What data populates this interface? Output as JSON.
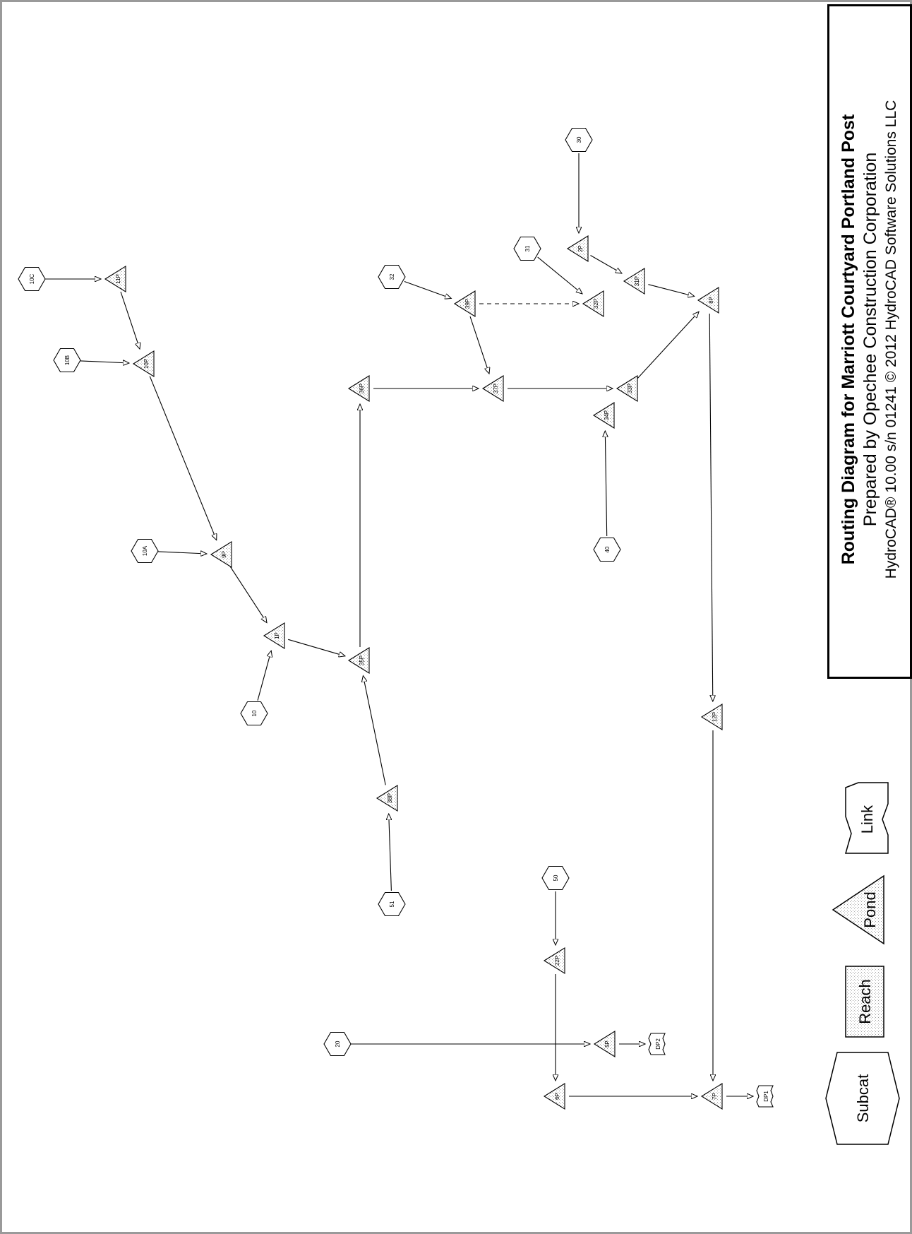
{
  "title": {
    "line1": "Routing Diagram for Marriott Courtyard Portland Post",
    "line2": "Prepared by Opechee Construction Corporation",
    "line3": "HydroCAD® 10.00  s/n 01241  © 2012 HydroCAD Software Solutions LLC"
  },
  "legend": {
    "subcat": "Subcat",
    "reach": "Reach",
    "pond": "Pond",
    "link": "Link"
  },
  "subcatchments": [
    "10C",
    "10B",
    "10A",
    "10",
    "51",
    "32",
    "31",
    "30",
    "40",
    "50",
    "20"
  ],
  "ponds": [
    "11P",
    "10P",
    "9P",
    "1P",
    "35P",
    "38P",
    "36P",
    "37P",
    "39P",
    "32P",
    "2P",
    "31P",
    "8P",
    "33P",
    "34P",
    "12P",
    "22P",
    "5P",
    "6P",
    "7P"
  ],
  "links": [
    "DP2",
    "DP1"
  ],
  "connections": [
    [
      "10C",
      "11P"
    ],
    [
      "11P",
      "10P"
    ],
    [
      "10B",
      "10P"
    ],
    [
      "10P",
      "9P"
    ],
    [
      "10A",
      "9P"
    ],
    [
      "9P",
      "1P"
    ],
    [
      "10",
      "1P"
    ],
    [
      "1P",
      "35P"
    ],
    [
      "38P",
      "35P"
    ],
    [
      "51",
      "38P"
    ],
    [
      "35P",
      "36P"
    ],
    [
      "36P",
      "37P"
    ],
    [
      "32",
      "39P"
    ],
    [
      "39P",
      "37P"
    ],
    [
      "39P",
      "32P"
    ],
    [
      "37P",
      "33P"
    ],
    [
      "31",
      "32P"
    ],
    [
      "30",
      "2P"
    ],
    [
      "2P",
      "31P"
    ],
    [
      "31P",
      "8P"
    ],
    [
      "33P",
      "8P"
    ],
    [
      "40",
      "34P"
    ],
    [
      "8P",
      "12P"
    ],
    [
      "12P",
      "7P"
    ],
    [
      "50",
      "22P"
    ],
    [
      "22P",
      "6P"
    ],
    [
      "20",
      "5P"
    ],
    [
      "5P",
      "DP2"
    ],
    [
      "6P",
      "7P"
    ],
    [
      "7P",
      "DP1"
    ]
  ]
}
